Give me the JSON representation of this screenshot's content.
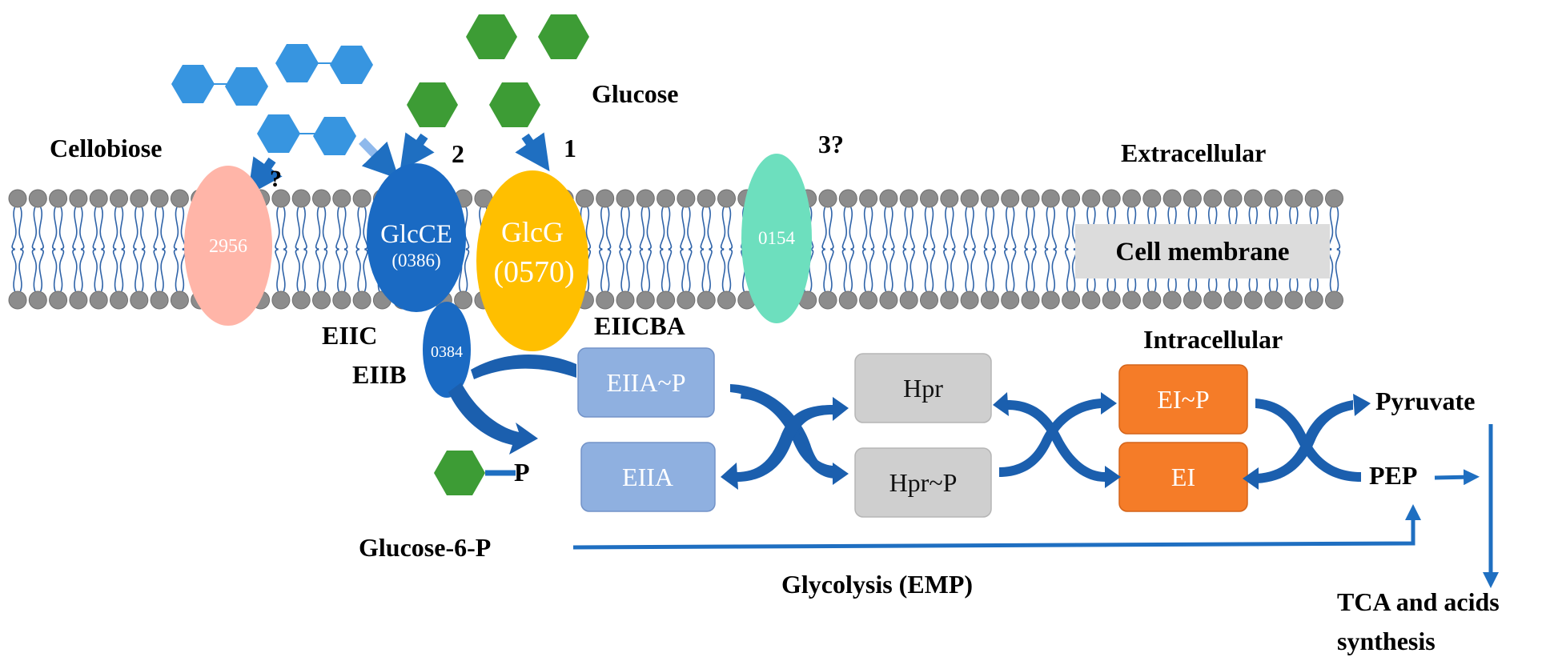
{
  "labels": {
    "cellobiose": "Cellobiose",
    "glucose": "Glucose",
    "extracellular": "Extracellular",
    "intracellular": "Intracellular",
    "cell_membrane": "Cell membrane",
    "eiic": "EIIC",
    "eiib": "EIIB",
    "eiicba": "EIICBA",
    "glucose_6_p": "Glucose-6-P",
    "glycolysis": "Glycolysis (EMP)",
    "pyruvate": "Pyruvate",
    "pep": "PEP",
    "tca_line1": "TCA and acids",
    "tca_line2": "synthesis",
    "phosphate": "P",
    "route_unknown_cellobiose": "?",
    "route_2": "2",
    "route_1": "1",
    "route_3": "3?"
  },
  "transporters": {
    "t2956": "2956",
    "glcce": "GlcCE",
    "glcce_id": "(0386)",
    "glcg": "GlcG",
    "glcg_id": "(0570)",
    "t0154": "0154",
    "eiib_id": "0384"
  },
  "boxes": {
    "eiia_p": "EIIA~P",
    "eiia": "EIIA",
    "hpr": "Hpr",
    "hpr_p": "Hpr~P",
    "ei_p": "EI~P",
    "ei": "EI"
  },
  "colors": {
    "glucose_hexagon": "#3d9c35",
    "cellobiose_hexagon": "#3795e0",
    "arrow_blue": "#1f6fc1",
    "membrane_head": "#8c8c8c",
    "membrane_tail": "#2f63a8",
    "t2956": "#ffb5a8",
    "glcce": "#1a6ac3",
    "glcg": "#ffbf00",
    "t0154": "#6ddfbe",
    "eiia_box": "#8fb0e0",
    "hpr_box": "#cfcfcf",
    "ei_box": "#f57c28",
    "membrane_label_bg": "#dcdcdc"
  }
}
